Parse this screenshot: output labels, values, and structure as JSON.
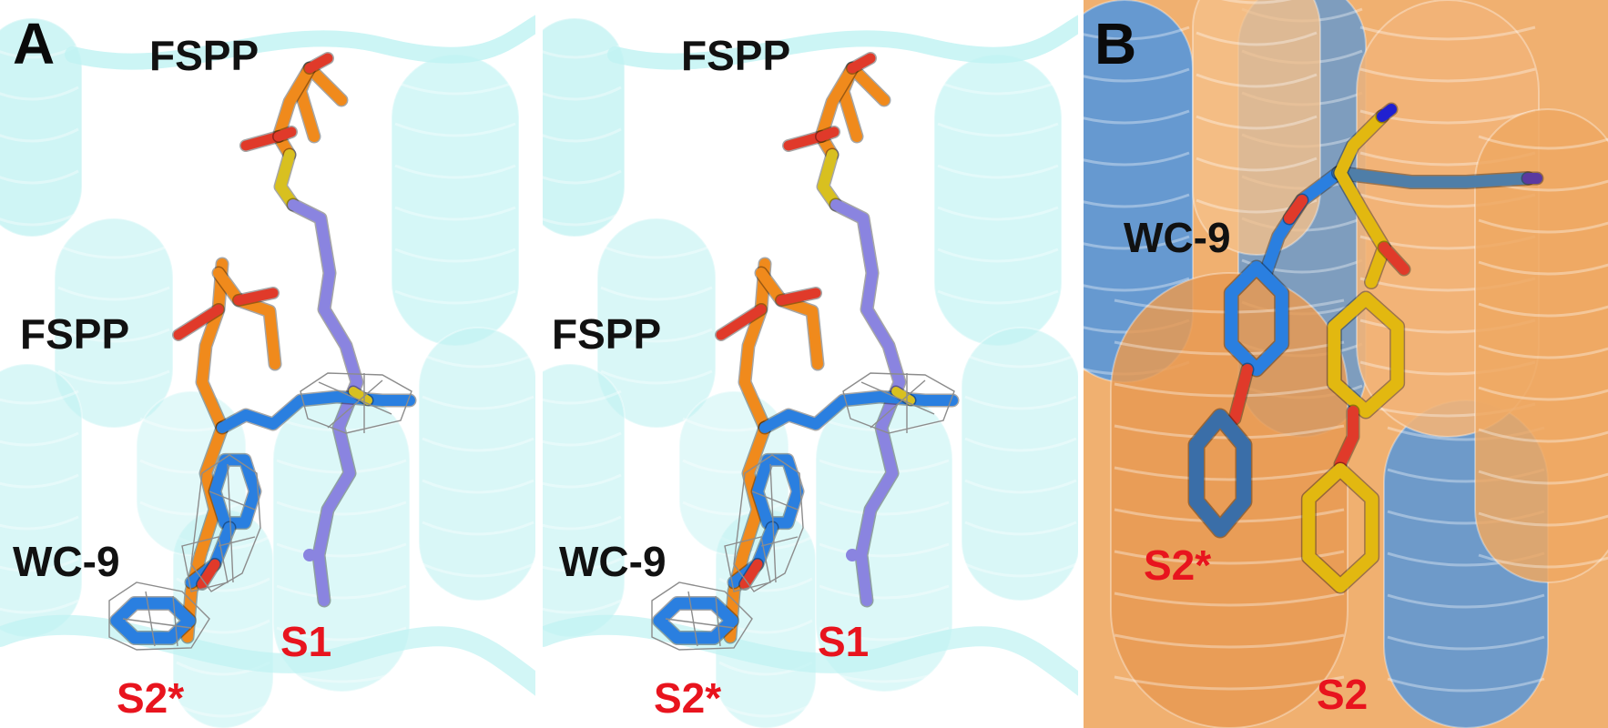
{
  "figure": {
    "panel_a": {
      "letter": "A",
      "left_view": {
        "fspp_top": "FSPP",
        "fspp_mid": "FSPP",
        "ligand": "WC-9",
        "site_s1": "S1",
        "site_s2_star": "S2*"
      },
      "right_view": {
        "fspp_top": "FSPP",
        "fspp_mid": "FSPP",
        "ligand": "WC-9",
        "site_s1": "S1",
        "site_s2_star": "S2*"
      }
    },
    "panel_b": {
      "letter": "B",
      "ligand": "WC-9",
      "site_s2_star": "S2*",
      "site_s2": "S2"
    }
  },
  "colors": {
    "protein_a": "#bff2f2",
    "protein_b_orange": "#f0b070",
    "protein_b_blue": "#4d95e0",
    "fspp_orange": "#f08a1c",
    "fspp_purple": "#8a84e0",
    "wc9_blue": "#2a7fe0",
    "wc9_yellow": "#e2b810",
    "oxygen_red": "#e03a2a",
    "sulfur_yellow": "#d8c020",
    "mesh_grey": "#8c8c8c",
    "site_label_red": "#e8141e"
  }
}
